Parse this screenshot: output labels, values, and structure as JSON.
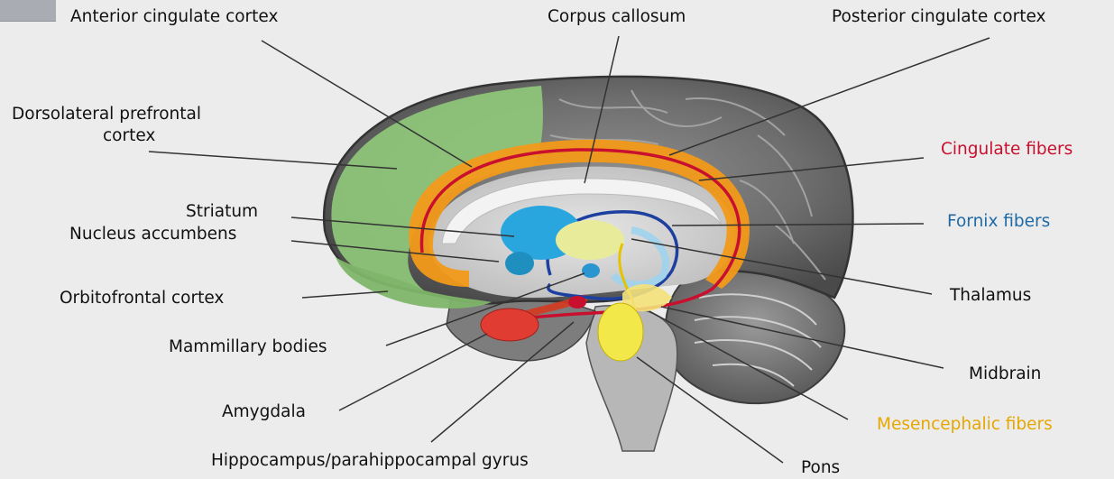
{
  "labels": {
    "anterior_cingulate": "Anterior cingulate cortex",
    "corpus_callosum": "Corpus callosum",
    "posterior_cingulate": "Posterior cingulate cortex",
    "dlpfc_line1": "Dorsolateral prefrontal",
    "dlpfc_line2": "cortex",
    "cingulate_fibers": "Cingulate fibers",
    "striatum": "Striatum",
    "nucleus_accumbens": "Nucleus accumbens",
    "fornix_fibers": "Fornix fibers",
    "orbitofrontal": "Orbitofrontal cortex",
    "thalamus": "Thalamus",
    "mammillary": "Mammillary bodies",
    "midbrain": "Midbrain",
    "amygdala": "Amygdala",
    "mesencephalic": "Mesencephalic fibers",
    "hippocampus": "Hippocampus/parahippocampal gyrus",
    "pons": "Pons"
  },
  "colors": {
    "cingulate_fibers": "#c8102e",
    "fornix_fibers": "#1f6aa6",
    "mesencephalic_fibers": "#e6a700",
    "prefrontal": "#8fc77a",
    "cingulate_band": "#f29a1a",
    "striatum": "#2aa6df",
    "thalamus": "#e8ec9a",
    "amygdala": "#e03c31",
    "pons": "#f3e84a"
  },
  "icons": {
    "corner": "window-corner-icon"
  }
}
